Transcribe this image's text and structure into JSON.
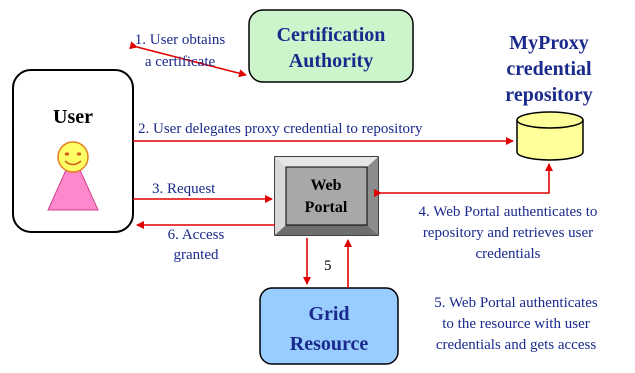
{
  "nodes": {
    "ca": {
      "line1": "Certification",
      "line2": "Authority",
      "fill": "#ccf5cc"
    },
    "myproxy": {
      "line1": "MyProxy",
      "line2": "credential",
      "line3": "repository",
      "fill": "#ffff99"
    },
    "user": {
      "label": "User",
      "face_color": "#ffff66",
      "body_color": "#ff88cc"
    },
    "portal": {
      "line1": "Web",
      "line2": "Portal",
      "fill": "#a8a8a8"
    },
    "grid": {
      "line1": "Grid",
      "line2": "Resource",
      "fill": "#99ccff"
    }
  },
  "edges": {
    "e1": {
      "line1": "1. User obtains",
      "line2": "a certificate"
    },
    "e2": {
      "label": "2. User delegates proxy credential to repository"
    },
    "e3": {
      "label": "3. Request"
    },
    "e4": {
      "line1": "4. Web Portal authenticates to",
      "line2": "repository and retrieves user",
      "line3": "credentials"
    },
    "e5": {
      "label": "5"
    },
    "e5note": {
      "line1": "5. Web Portal authenticates",
      "line2": "to the resource with user",
      "line3": "credentials and gets access"
    },
    "e6": {
      "line1": "6. Access",
      "line2": "granted"
    }
  },
  "colors": {
    "arrow": "#e00000",
    "label": "#1a2a8c",
    "text": "#000000"
  }
}
